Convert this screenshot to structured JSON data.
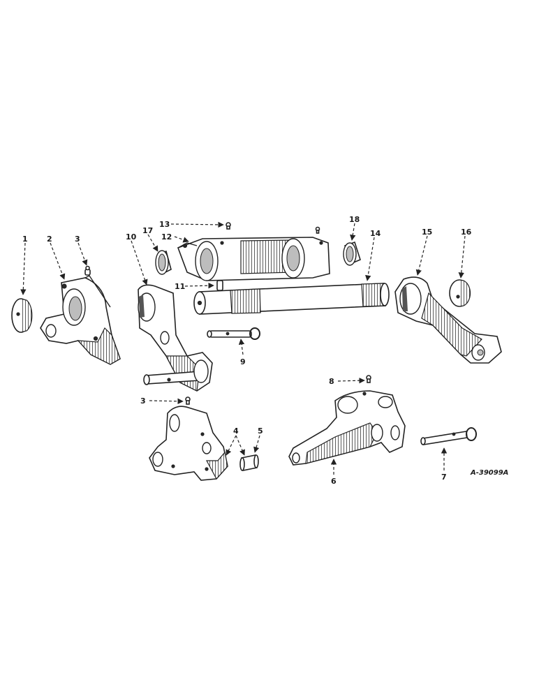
{
  "figure": {
    "reference": "A-39099A",
    "callouts": [
      "1",
      "2",
      "3",
      "10",
      "17",
      "13",
      "12",
      "11",
      "9",
      "18",
      "14",
      "15",
      "16",
      "3",
      "8",
      "4",
      "5",
      "6",
      "7"
    ]
  },
  "icons": {
    "arrowhead": "arrowhead-icon"
  }
}
